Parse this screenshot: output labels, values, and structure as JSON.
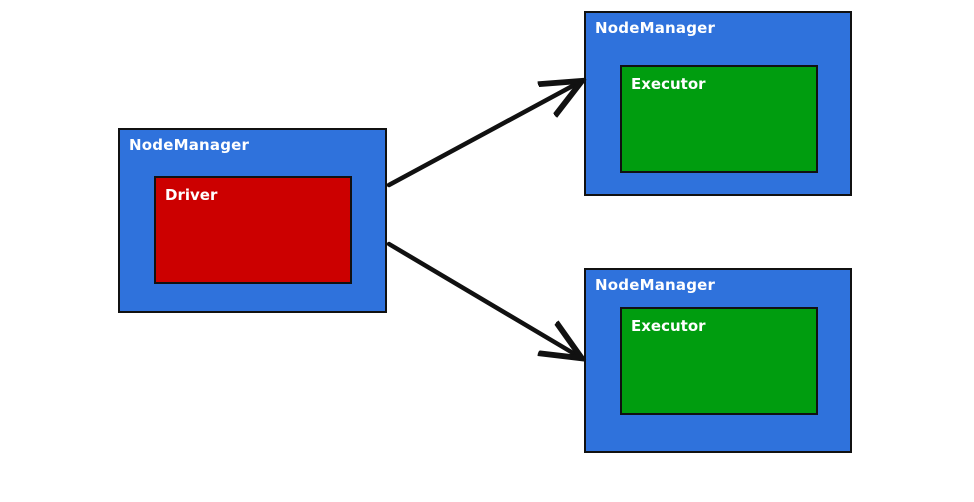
{
  "colors": {
    "node_fill": "#2f72dc",
    "driver_fill": "#cc0000",
    "executor_fill": "#009d0f",
    "stroke": "#111111"
  },
  "driver_node": {
    "title": "NodeManager",
    "component": "Driver"
  },
  "executor_node_top": {
    "title": "NodeManager",
    "component": "Executor"
  },
  "executor_node_bottom": {
    "title": "NodeManager",
    "component": "Executor"
  },
  "edges": [
    {
      "from": "driver_node",
      "to": "executor_node_top"
    },
    {
      "from": "driver_node",
      "to": "executor_node_bottom"
    }
  ]
}
